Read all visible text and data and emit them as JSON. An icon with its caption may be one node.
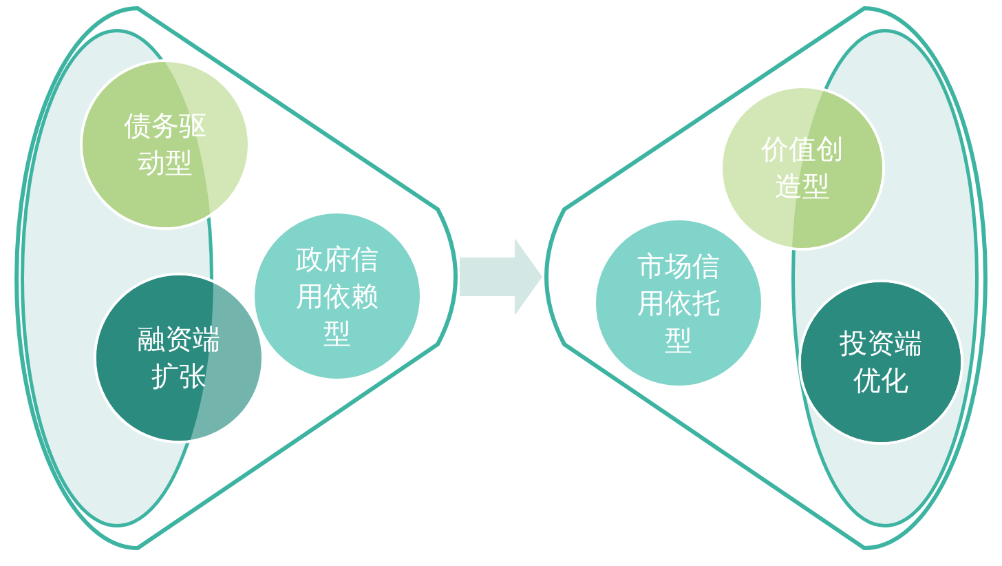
{
  "diagram": {
    "nodes": [
      {
        "text": [],
        "shape": "funnel"
      },
      {
        "text": [],
        "shape": "ellipse",
        "in": 0
      },
      {
        "text": [
          "债务驱动型"
        ],
        "in": 0
      },
      {
        "text": [
          "融资端扩张"
        ],
        "in": 0
      },
      {
        "text": [
          "政府信用依赖型"
        ],
        "in": 0
      },
      {
        "text": [],
        "shape": "funnel"
      },
      {
        "text": [],
        "shape": "ellipse",
        "in": 5
      },
      {
        "text": [
          "价值创造型"
        ],
        "in": 5
      },
      {
        "text": [
          "市场信用依托型"
        ],
        "in": 5
      },
      {
        "text": [
          "投资端优化"
        ],
        "in": 6
      }
    ],
    "edges": [
      {
        "from": 0,
        "to": 5,
        "arrow": "to"
      }
    ]
  }
}
